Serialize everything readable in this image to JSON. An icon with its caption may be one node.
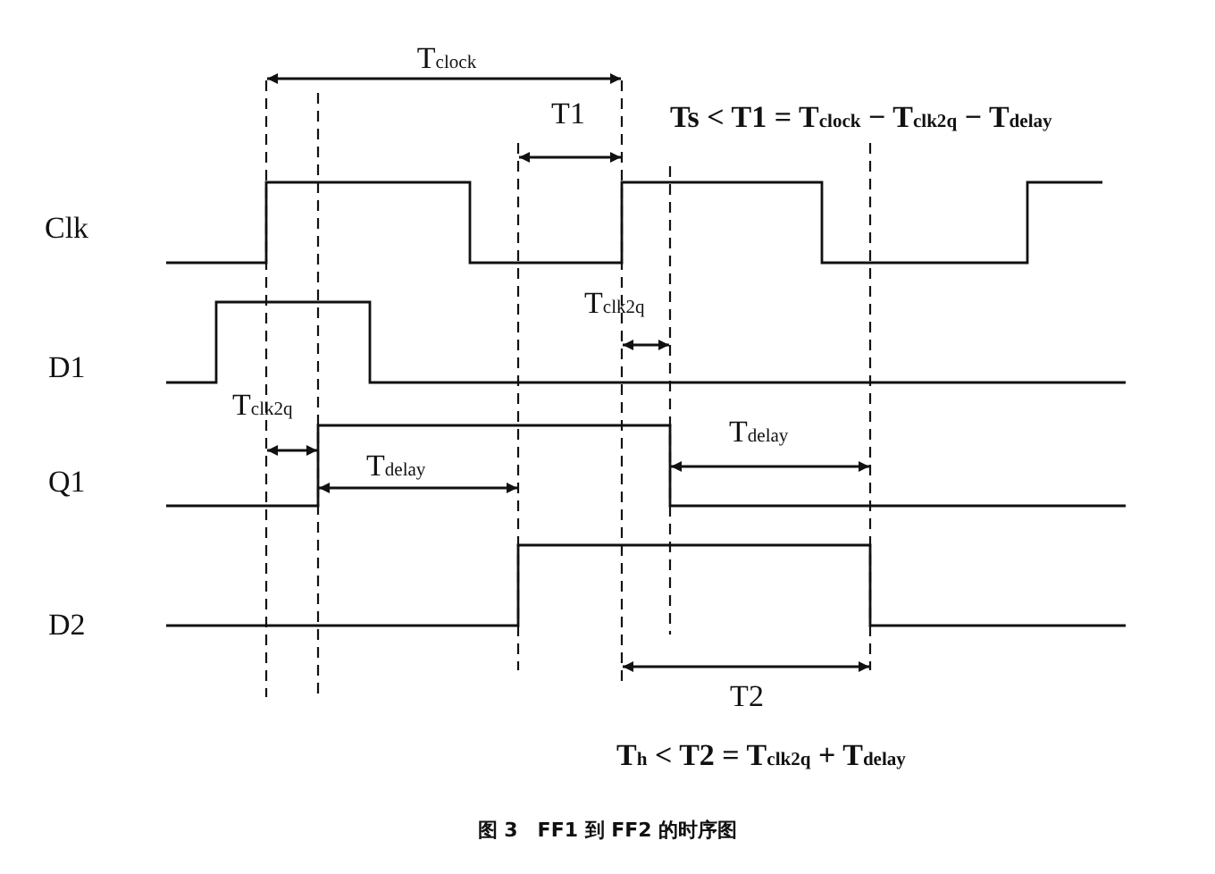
{
  "diagram": {
    "caption": "图 3　FF1 到 FF2 的时序图",
    "labels": [
      "T$_{clock}$",
      "T1",
      "Ts < T1 = T$_{clock}$ − T$_{clk2q}$ − T$_{delay}$",
      "Clk",
      "T$_{clk2q}$",
      "D1",
      "T$_{clk2q}$",
      "T$_{delay}$",
      "Q1",
      "T$_{delay}$",
      "D2",
      "T2",
      "T$_{h}$ < T2 = T$_{clk2q}$ + T$_{delay}$"
    ]
  }
}
